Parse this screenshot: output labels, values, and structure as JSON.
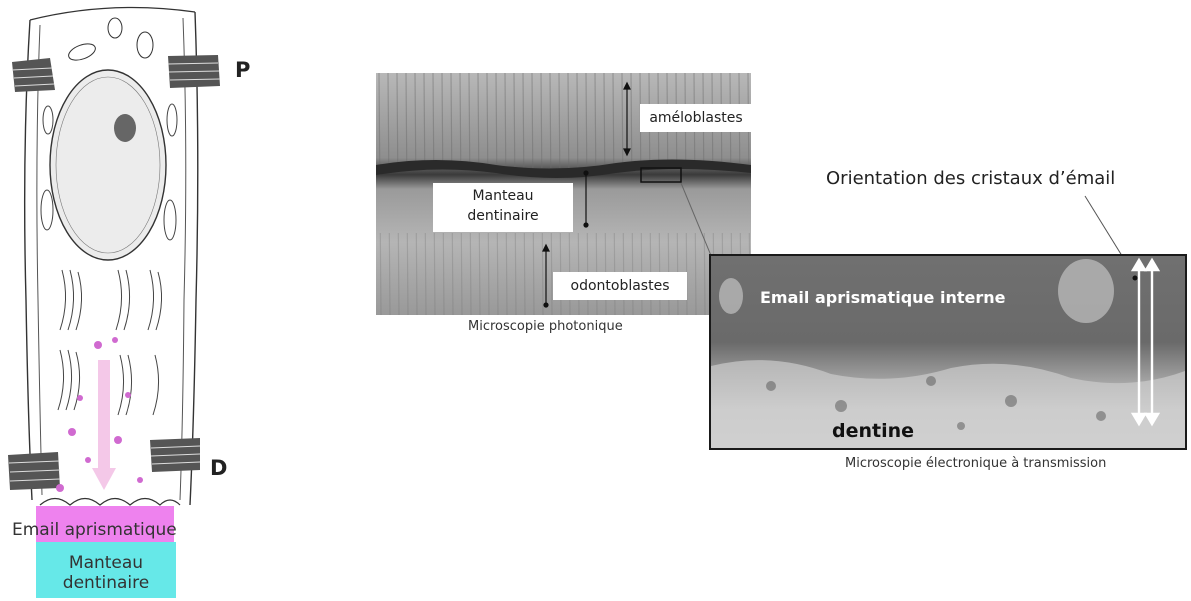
{
  "left_diagram": {
    "label_p": "P",
    "label_d": "D",
    "email_label": "Email aprismatique",
    "manteau_label_line1": "Manteau",
    "manteau_label_line2": "dentinaire",
    "colors": {
      "email_band": "#ee82ee",
      "manteau_band": "#66e8e8",
      "secretion_arrow": "#f4c8e8",
      "granules": "#d06ad0"
    }
  },
  "photo": {
    "label_ameloblastes": "améloblastes",
    "label_manteau_line1": "Manteau",
    "label_manteau_line2": "dentinaire",
    "label_odontoblastes": "odontoblastes",
    "caption": "Microscopie photonique"
  },
  "tem": {
    "orientation_label": "Orientation des cristaux d’émail",
    "email_label": "Email aprismatique interne",
    "dentine_label": "dentine",
    "caption": "Microscopie électronique à transmission"
  }
}
